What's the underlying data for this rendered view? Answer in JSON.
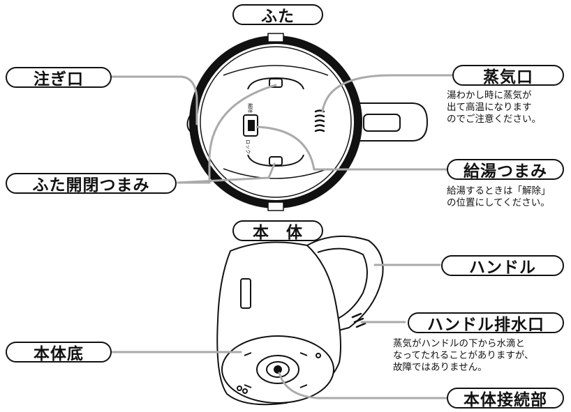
{
  "labels": {
    "futa": "ふた",
    "sosoguchi": "注ぎ口",
    "futa_kaihei": "ふた開閉つまみ",
    "jouki": "蒸気口",
    "kyuutou": "給湯つまみ",
    "hontai": "本　体",
    "handle": "ハンドル",
    "handle_drain": "ハンドル排水口",
    "hontai_soko": "本体底",
    "hontai_setsuzoku": "本体接続部"
  },
  "notes": {
    "jouki": [
      "湯わかし時に蒸気が",
      "出て高温になります",
      "のでご注意ください。"
    ],
    "kyuutou": [
      "給湯するときは「解除」",
      "の位置にしてください。"
    ],
    "handle_drain": [
      "蒸気がハンドルの下から水滴と",
      "なってたれることがありますが、",
      "故障ではありません。"
    ]
  },
  "lid_marks": {
    "release": "解除",
    "lock": "ロック"
  }
}
